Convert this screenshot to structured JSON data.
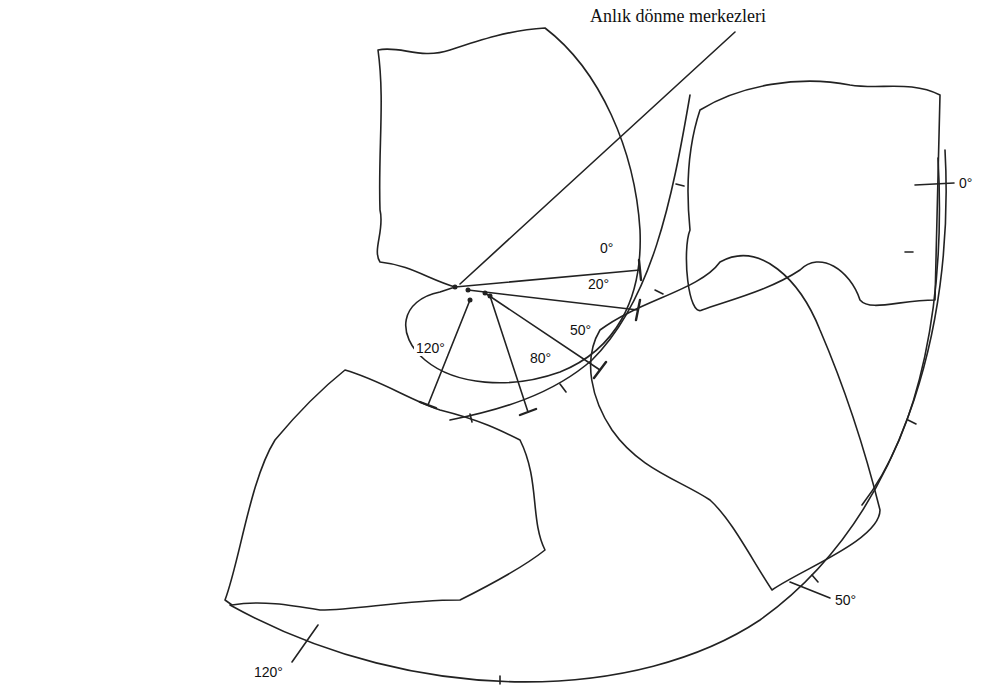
{
  "diagram": {
    "labels": [
      "Anlık dönme merkezleri",
      "0°",
      "20°",
      "50°",
      "80°",
      "120°",
      "0°",
      "50°",
      "120°"
    ]
  }
}
